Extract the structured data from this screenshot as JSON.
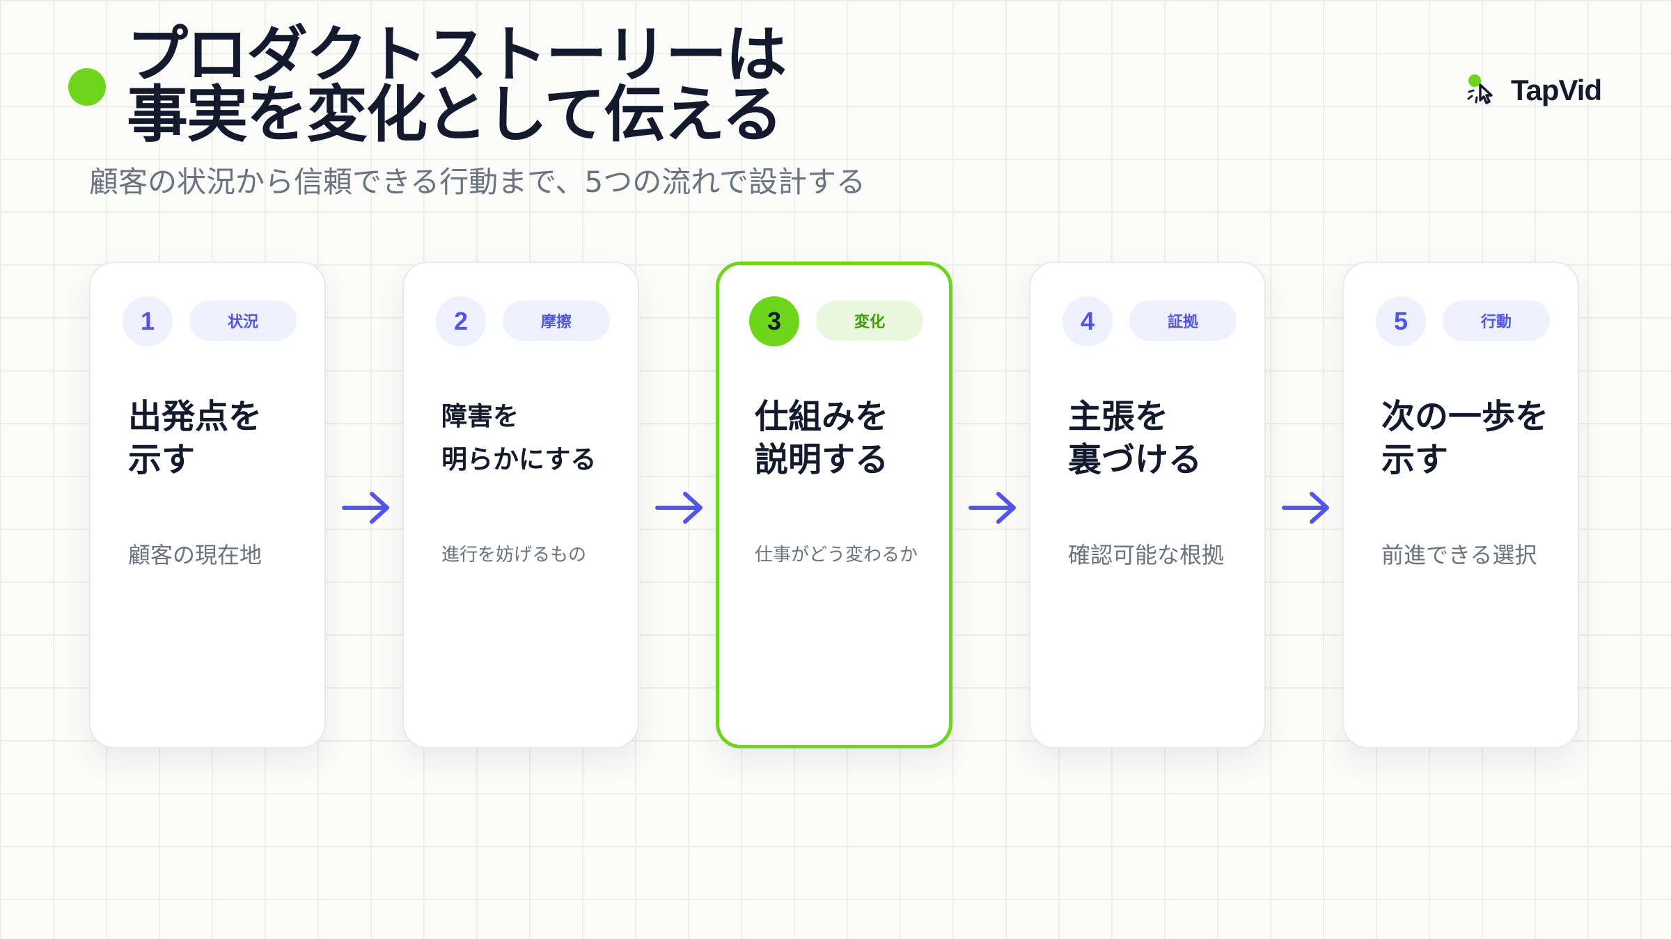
{
  "header": {
    "title_line1": "プロダクトストーリーは",
    "title_line2": "事実を変化として伝える",
    "subtitle": "顧客の状況から信頼できる行動まで、5つの流れで設計する"
  },
  "logo": {
    "text": "TapVid",
    "icon": "tap-hand-icon"
  },
  "colors": {
    "accent_green": "#6fd51b",
    "accent_indigo": "#5155e8",
    "text_dark": "#141a2e",
    "text_muted": "#6b7280"
  },
  "steps": [
    {
      "number": "1",
      "tag": "状況",
      "title": "出発点を\n示す",
      "description": "顧客の現在地",
      "active": false
    },
    {
      "number": "2",
      "tag": "摩擦",
      "title": "障害を\n明らかにする",
      "description": "進行を妨げるもの",
      "active": false
    },
    {
      "number": "3",
      "tag": "変化",
      "title": "仕組みを\n説明する",
      "description": "仕事がどう変わるか",
      "active": true
    },
    {
      "number": "4",
      "tag": "証拠",
      "title": "主張を\n裏づける",
      "description": "確認可能な根拠",
      "active": false
    },
    {
      "number": "5",
      "tag": "行動",
      "title": "次の一歩を\n示す",
      "description": "前進できる選択",
      "active": false
    }
  ]
}
